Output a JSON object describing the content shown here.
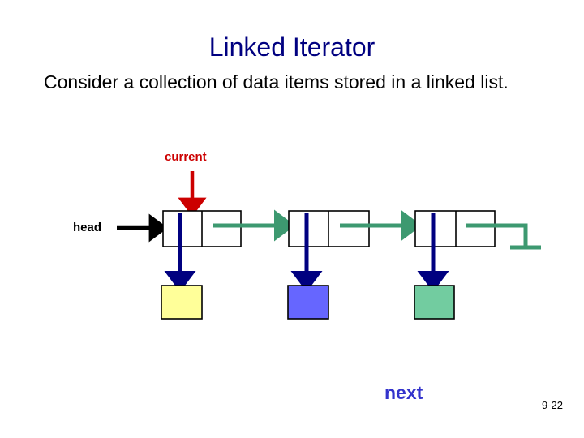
{
  "slide": {
    "title": "Linked Iterator",
    "body_text": "Consider a collection of data items stored in a linked list.",
    "page_number": "9-22",
    "background_color": "#ffffff"
  },
  "labels": {
    "current": "current",
    "head": "head",
    "next": "next"
  },
  "colors": {
    "title": "#000080",
    "body": "#000000",
    "current_label": "#CC0000",
    "current_arrow": "#CC0000",
    "head_label": "#000000",
    "head_arrow": "#000000",
    "next_label": "#3333CC",
    "next_arrow": "#000080",
    "link_arrow": "#3D9970",
    "node_fill": "#ffffff",
    "node_border": "#000000",
    "data_box_border": "#000000"
  },
  "diagram": {
    "type": "linked-list",
    "node_count": 3,
    "nodes": [
      {
        "index": 1,
        "data_box_color": "#FFFF99",
        "data_box_label": "",
        "has_current_pointer": true,
        "link_target": "node-2"
      },
      {
        "index": 2,
        "data_box_color": "#6666FF",
        "data_box_label": "",
        "has_current_pointer": false,
        "link_target": "node-3"
      },
      {
        "index": 3,
        "data_box_color": "#72CCA0",
        "data_box_label": "",
        "has_current_pointer": false,
        "link_target": "null"
      }
    ],
    "terminator": "null-ground-symbol",
    "head_points_to": "node-1",
    "current_points_to": "node-1"
  }
}
